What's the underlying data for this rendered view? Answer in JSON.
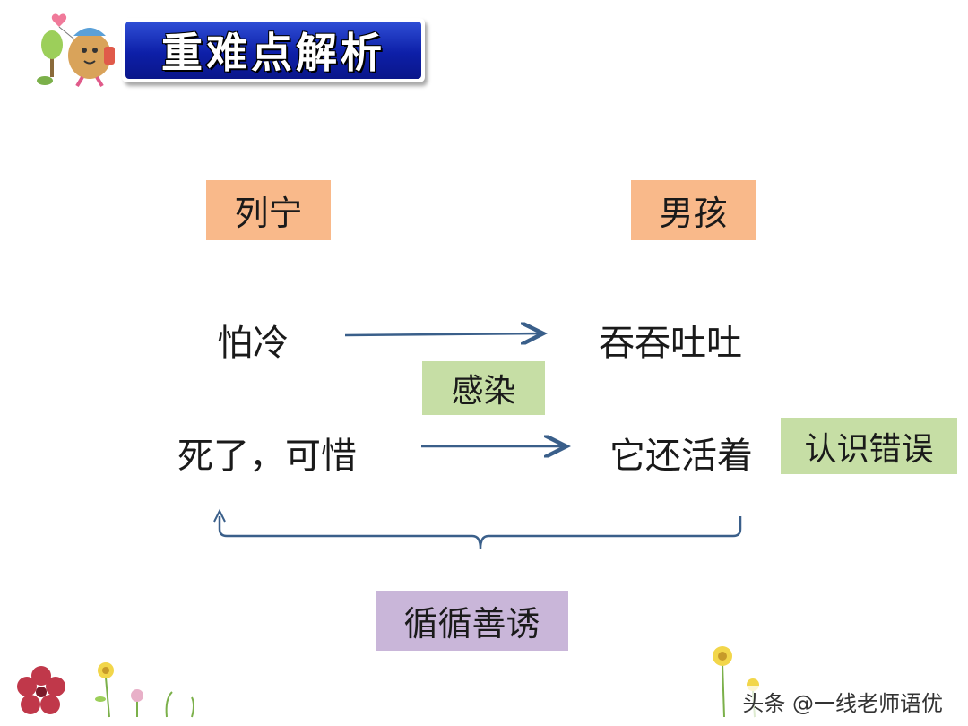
{
  "title": "重难点解析",
  "nodes": {
    "liening": "列宁",
    "nanhai": "男孩",
    "paleng": "怕冷",
    "tuntun": "吞吞吐吐",
    "ganran": "感染",
    "sile": "死了，可惜",
    "huozhe": "它还活着",
    "renshi": "认识错误",
    "xunxun": "循循善诱"
  },
  "watermark": "头条 @一线老师语优",
  "colors": {
    "orange_box": "#f9b98a",
    "green_box": "#c6dea5",
    "purple_box": "#c9b6d9",
    "arrow": "#3a5f8a",
    "title_bg": "#0d1fa8"
  },
  "icons": [
    "mascot-icon",
    "flower-icon",
    "sunflower-icon",
    "grass-icon"
  ]
}
